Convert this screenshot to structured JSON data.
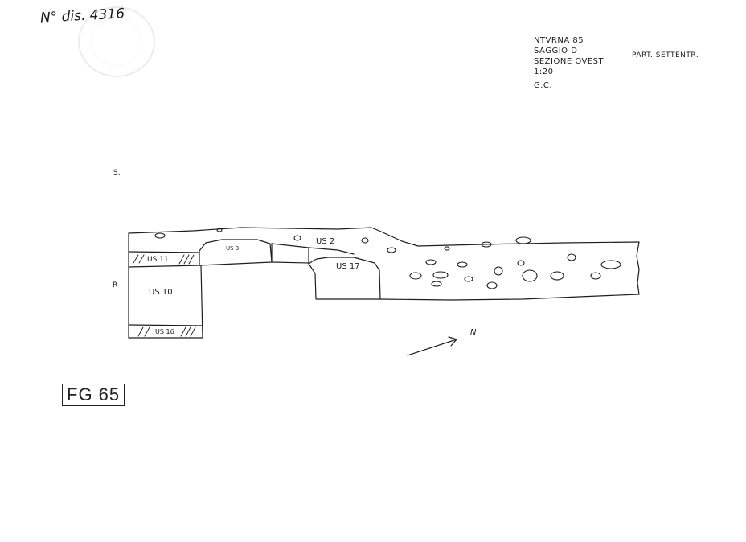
{
  "header": {
    "inventory_number": "N° dis. 4316",
    "notes": [
      "NTVRNA 85",
      "SAGGIO D",
      "SEZIONE OVEST",
      "1:20",
      "G.C."
    ],
    "part_label": "PART. SETTENTR."
  },
  "section": {
    "label_s": "S.",
    "label_r": "R",
    "layers": {
      "us2": "US 2",
      "us17": "US 17",
      "us11": "US 11",
      "us10": "US 10",
      "us3": "US 3",
      "us16": "US 16"
    },
    "north_label": "N"
  },
  "figure_label": "FG 65"
}
